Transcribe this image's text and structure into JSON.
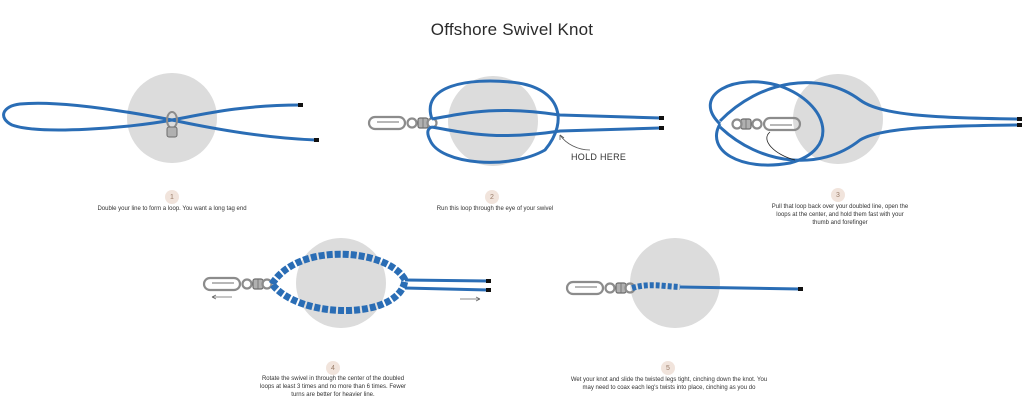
{
  "title": "Offshore Swivel Knot",
  "steps": [
    {
      "number": "1",
      "caption": "Double your line to form a loop. You want a long tag end"
    },
    {
      "number": "2",
      "caption": "Run this loop through the eye of your swivel"
    },
    {
      "number": "3",
      "caption": "Pull that loop back over your doubled line, open the loops at the center, and hold them fast with your thumb and forefinger"
    },
    {
      "number": "4",
      "caption": "Rotate the swivel in through the center of the doubled loops at least 3 times and no more than 6 times. Fewer turns are better for heavier line."
    },
    {
      "number": "5",
      "caption": "Wet your knot and slide the twisted legs tight, cinching down the knot. You may need to coax each leg's twists into place, cinching as you do"
    }
  ],
  "annotations": {
    "hold_here": "HOLD HERE"
  },
  "colors": {
    "line": "#2a6db5",
    "disc": "#dcdcdc",
    "swivel": "#9a9a9a",
    "badge": "#f1e4dc"
  }
}
